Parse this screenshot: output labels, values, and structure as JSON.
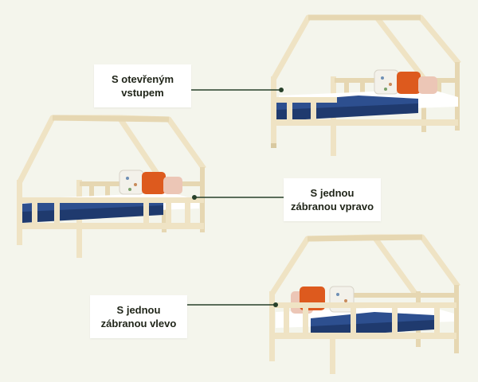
{
  "labels": [
    {
      "line1": "S otevřeným",
      "line2": "vstupem"
    },
    {
      "line1": "S jednou",
      "line2": "zábranou vpravo"
    },
    {
      "line1": "S jednou",
      "line2": "zábranou vlevo"
    }
  ],
  "colors": {
    "background": "#f4f5ec",
    "wood": "#efe3c4",
    "wood_shade": "#d9c9a0",
    "mattress": "#2d4f8f",
    "mattress_dark": "#1f3a6e",
    "sheet": "#ffffff",
    "pillow_orange": "#dd5a1e",
    "pillow_pink": "#ecc6b6",
    "pillow_pattern": "#f3f1ea",
    "leader_line": "#26402a",
    "label_box": "#ffffff",
    "label_text": "#1f2418"
  }
}
